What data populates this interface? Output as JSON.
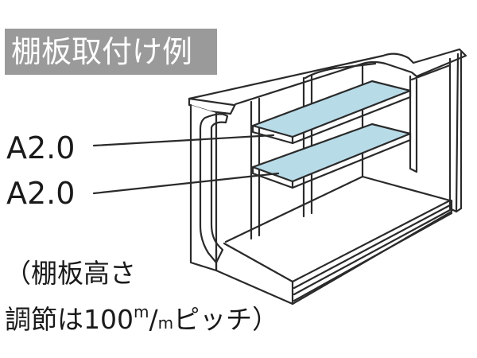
{
  "title": "棚板取付け例",
  "shelves": [
    {
      "label": "A2.0"
    },
    {
      "label": "A2.0"
    }
  ],
  "note": {
    "line1": "（棚板高さ",
    "line2_prefix": "調節は100",
    "unit_num": "m",
    "slash": "/",
    "unit_den": "m",
    "line2_suffix": "ピッチ）"
  },
  "colors": {
    "badge_bg": "#9a9a9a",
    "badge_text": "#ffffff",
    "shelf_fill": "#b8dbe8",
    "line": "#2a2a2a"
  }
}
